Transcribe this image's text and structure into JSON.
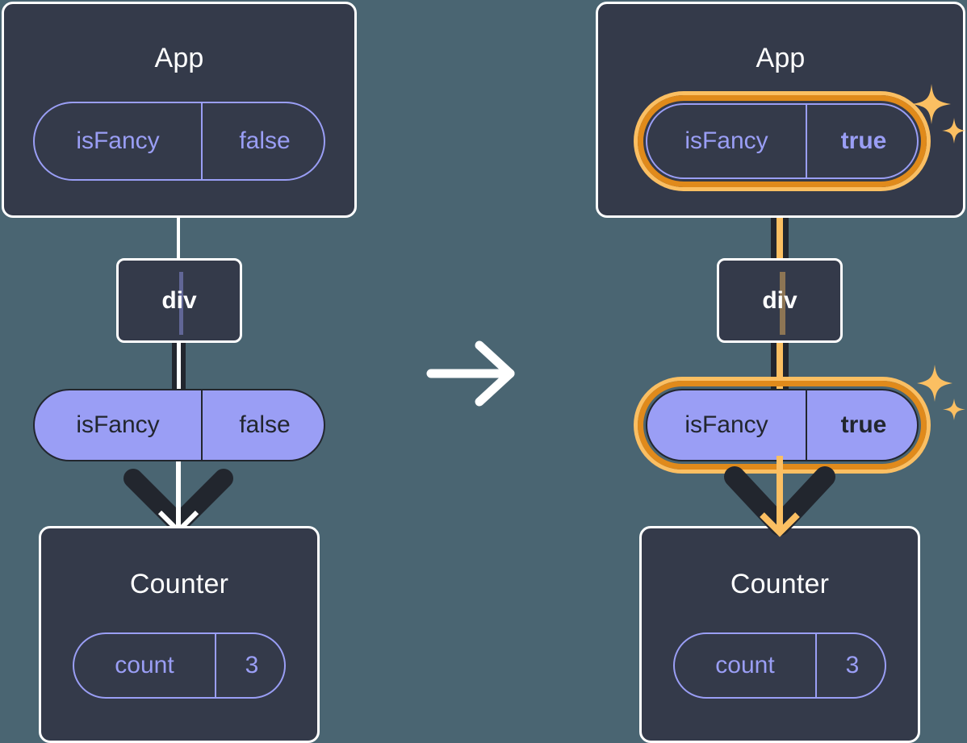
{
  "diagram": {
    "type": "react-state-flow",
    "background_color": "#4a6572",
    "transition_icon": "right-arrow-icon",
    "colors": {
      "box_bg": "#343a4a",
      "box_border": "#ffffff",
      "pill_accent": "#9a9ef5",
      "highlight_ring_outer": "#fbbf62",
      "highlight_ring_inner": "#e08a1b",
      "line_dark": "#22262e",
      "line_white": "#ffffff",
      "line_orange": "#fbbf62"
    }
  },
  "left": {
    "app": {
      "title": "App",
      "pill": {
        "key": "isFancy",
        "value": "false",
        "style": "outline",
        "highlighted": false
      }
    },
    "div": {
      "label": "div"
    },
    "prop_pill": {
      "key": "isFancy",
      "value": "false",
      "style": "solid",
      "highlighted": false
    },
    "counter": {
      "title": "Counter",
      "pill": {
        "key": "count",
        "value": "3",
        "style": "outline",
        "highlighted": false
      }
    }
  },
  "right": {
    "app": {
      "title": "App",
      "pill": {
        "key": "isFancy",
        "value": "true",
        "style": "outline",
        "highlighted": true
      }
    },
    "div": {
      "label": "div"
    },
    "prop_pill": {
      "key": "isFancy",
      "value": "true",
      "style": "solid",
      "highlighted": true
    },
    "counter": {
      "title": "Counter",
      "pill": {
        "key": "count",
        "value": "3",
        "style": "outline",
        "highlighted": false
      }
    }
  }
}
